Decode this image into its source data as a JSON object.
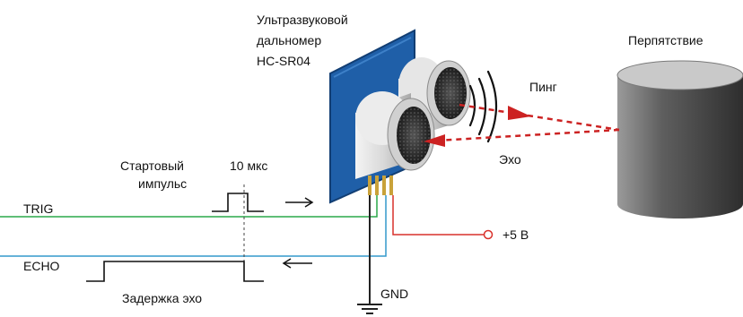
{
  "title": {
    "line1": "Ультразвуковой",
    "line2": "дальномер",
    "line3": "HC-SR04"
  },
  "obstacle_label": "Перпятствие",
  "ping_label": "Пинг",
  "echo_label": "Эхо",
  "start_pulse": {
    "line1": "Стартовый",
    "line2": "импульс"
  },
  "pulse_duration": "10 мкс",
  "trig_label": "TRIG",
  "echo_pin_label": "ECHO",
  "echo_delay_label": "Задержка эхо",
  "power_label": "+5 В",
  "gnd_label": "GND",
  "colors": {
    "trig_wire": "#2aa84a",
    "echo_wire": "#3399cc",
    "power_wire": "#d9312b",
    "gnd_wire": "#222222",
    "ping_arrow": "#cc2222",
    "board": "#1f5fa8"
  }
}
